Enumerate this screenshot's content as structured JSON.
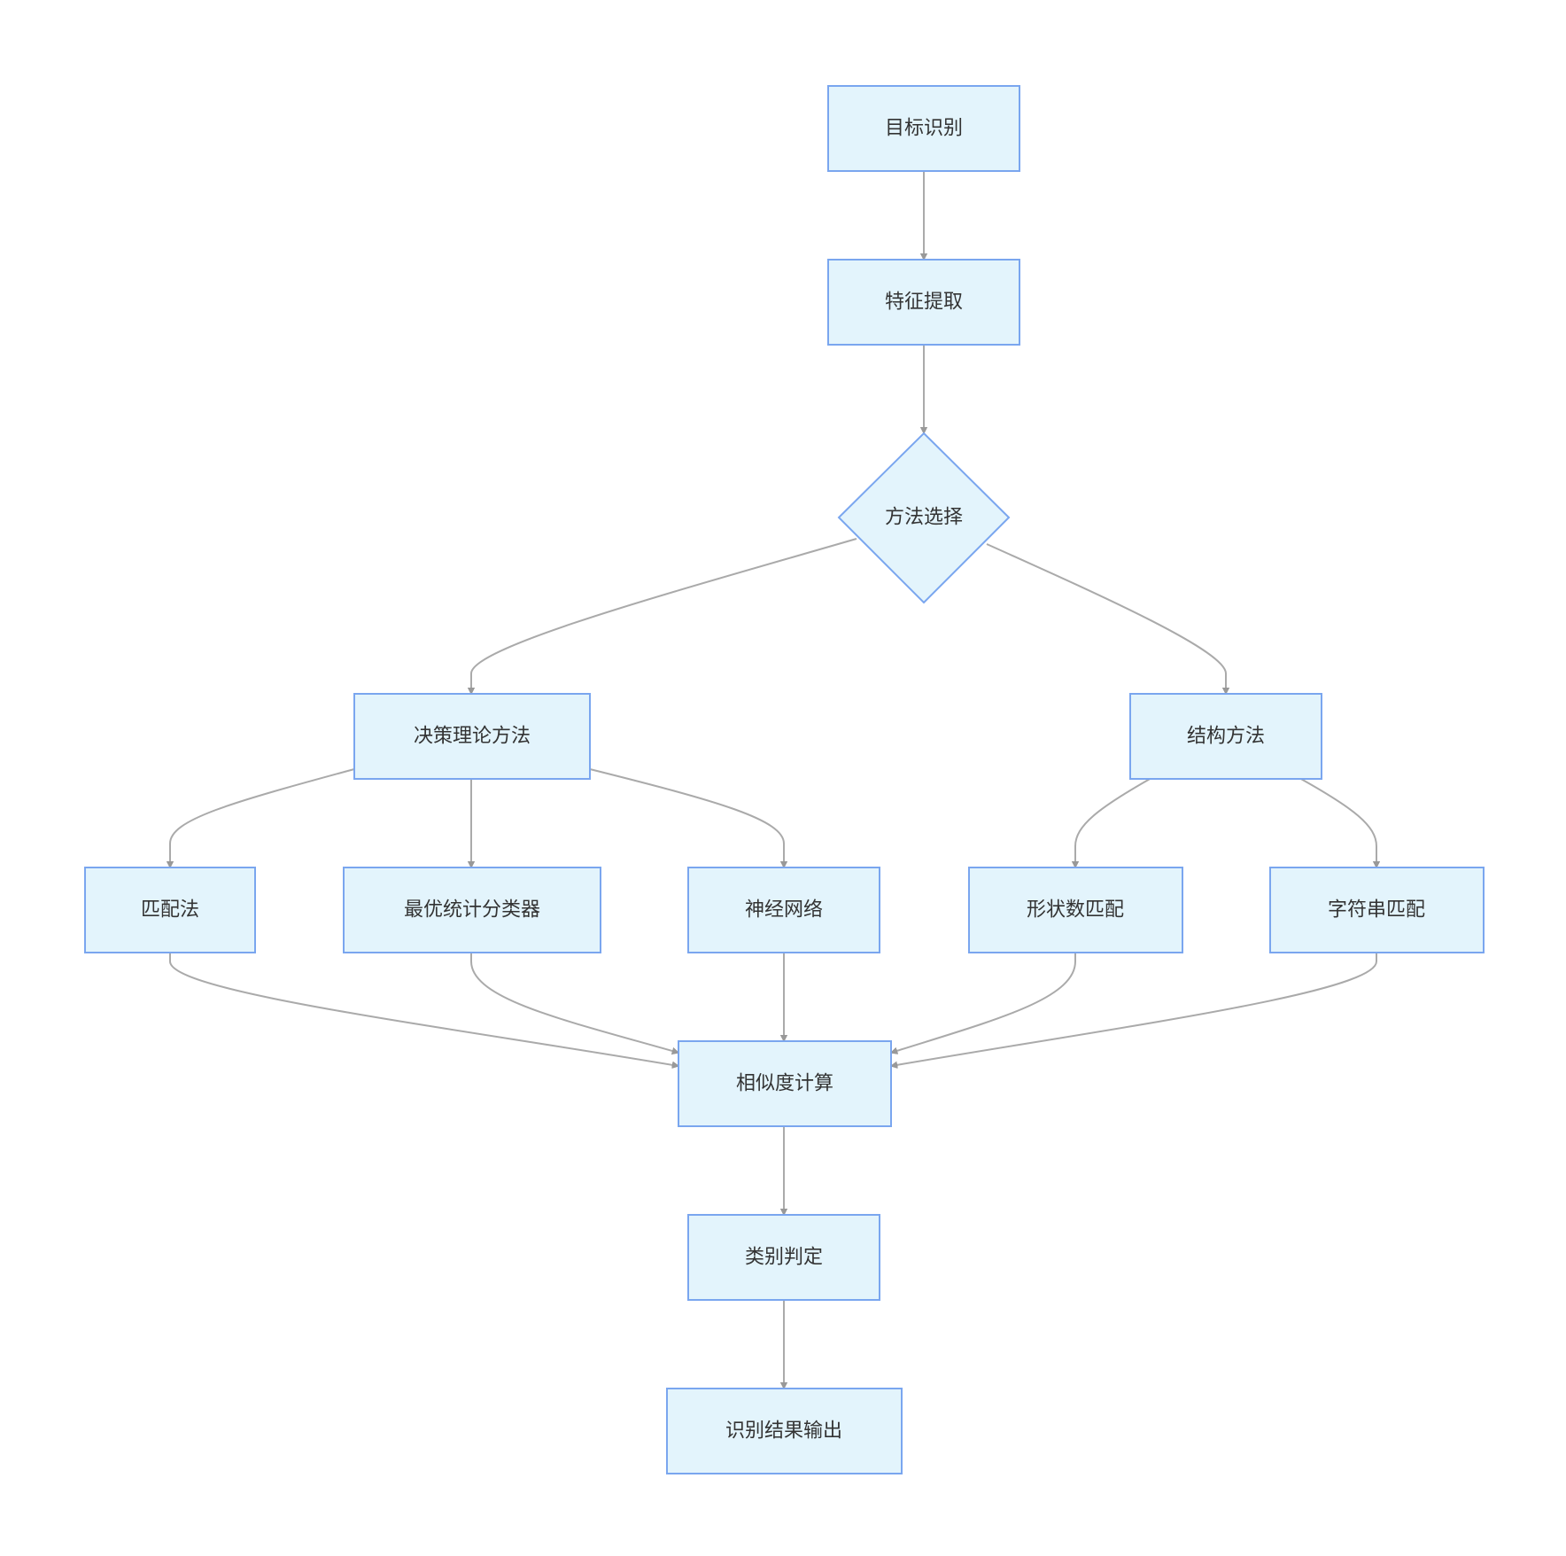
{
  "colors": {
    "node_fill": "#e3f4fc",
    "node_border": "#7aa6ef",
    "edge": "#aaaaaa",
    "arrowhead": "#999999",
    "text": "#333333"
  },
  "nodes": {
    "target_recognition": "目标识别",
    "feature_extraction": "特征提取",
    "method_selection": "方法选择",
    "decision_theory": "决策理论方法",
    "structural_method": "结构方法",
    "matching": "匹配法",
    "optimal_classifier": "最优统计分类器",
    "neural_network": "神经网络",
    "shape_number_matching": "形状数匹配",
    "string_matching": "字符串匹配",
    "similarity_calc": "相似度计算",
    "class_decision": "类别判定",
    "result_output": "识别结果输出"
  },
  "edges": [
    [
      "target_recognition",
      "feature_extraction"
    ],
    [
      "feature_extraction",
      "method_selection"
    ],
    [
      "method_selection",
      "decision_theory"
    ],
    [
      "method_selection",
      "structural_method"
    ],
    [
      "decision_theory",
      "matching"
    ],
    [
      "decision_theory",
      "optimal_classifier"
    ],
    [
      "decision_theory",
      "neural_network"
    ],
    [
      "structural_method",
      "shape_number_matching"
    ],
    [
      "structural_method",
      "string_matching"
    ],
    [
      "matching",
      "similarity_calc"
    ],
    [
      "optimal_classifier",
      "similarity_calc"
    ],
    [
      "neural_network",
      "similarity_calc"
    ],
    [
      "shape_number_matching",
      "similarity_calc"
    ],
    [
      "string_matching",
      "similarity_calc"
    ],
    [
      "similarity_calc",
      "class_decision"
    ],
    [
      "class_decision",
      "result_output"
    ]
  ]
}
